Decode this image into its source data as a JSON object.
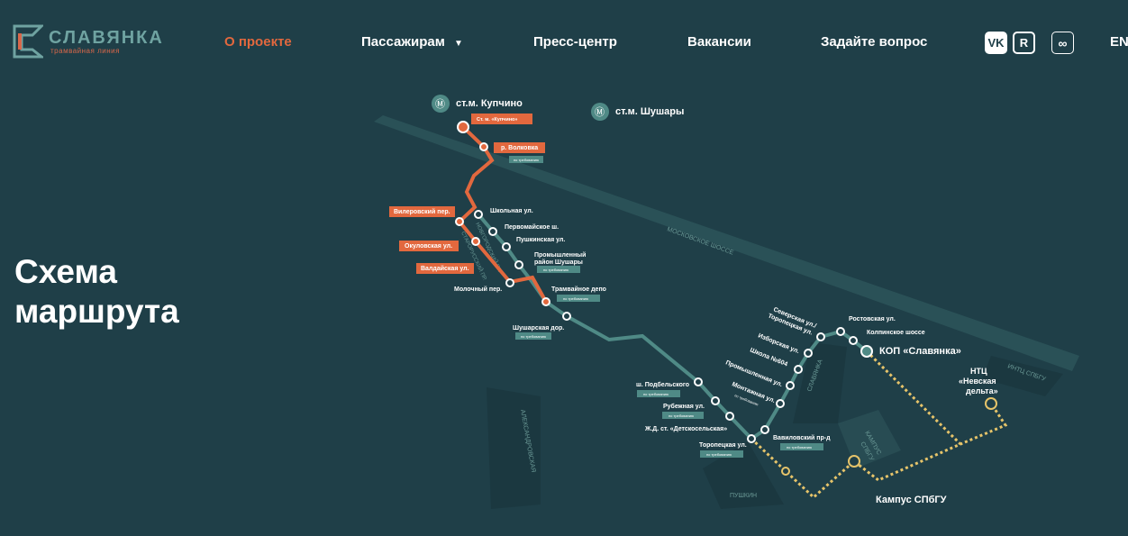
{
  "logo": {
    "name": "СЛАВЯНКА",
    "subtitle": "трамвайная линия"
  },
  "nav": [
    {
      "label": "О проекте",
      "active": true
    },
    {
      "label": "Пассажирам"
    },
    {
      "label": "Пресс-центр"
    },
    {
      "label": "Вакансии"
    },
    {
      "label": "Задайте вопрос"
    }
  ],
  "lang": "EN",
  "social": {
    "vk": "VK",
    "r": "R"
  },
  "page_title": [
    "Схема",
    "маршрута"
  ],
  "colors": {
    "bg": "#1f3f48",
    "orange": "#e2683e",
    "teal": "#4f8a86",
    "yellow": "#e6c46a"
  },
  "map": {
    "metro": [
      "ст.м. Купчино",
      "ст.м. Шушары"
    ],
    "orange_stops": [
      "Ст. м. «Купчино»",
      "р. Волковка",
      "Вилеровский пер.",
      "Окуловская ул.",
      "Валдайская ул."
    ],
    "stops": [
      "Школьная ул.",
      "Первомайское ш.",
      "Пушкинская ул.",
      "Промышленный",
      "район Шушары",
      "Молочный пер.",
      "Трамвайное депо",
      "Шушарская дор.",
      "ш. Подбельского",
      "Рубежная ул.",
      "Ж.Д. ст. «Детскосельская»",
      "Торопецкая ул.",
      "Вавиловский пр-д",
      "Монтажная ул.",
      "Промышленная ул.",
      "Школа №604",
      "Изборская ул.",
      "Северская ул./",
      "Торопецкая ул.",
      "Ростовская ул.",
      "Колпинское шоссе"
    ],
    "on_request": "по требованию",
    "major": [
      "КОП «Славянка»",
      "НТЦ",
      "«Невская",
      "дельта»",
      "Кампус СПбГУ"
    ],
    "areas": [
      "МОСКОВСКОЕ ШОССЕ",
      "ИНТЦ СПБГУ",
      "СЛАВЯНКА",
      "КАМПУС",
      "СПБГУ",
      "АЛЕКСАНДРОВСКАЯ",
      "ПУШКИН",
      "НОВГОРОДСКИЙ ПР.",
      "СТАРОРУССКИЙ ПР."
    ]
  }
}
